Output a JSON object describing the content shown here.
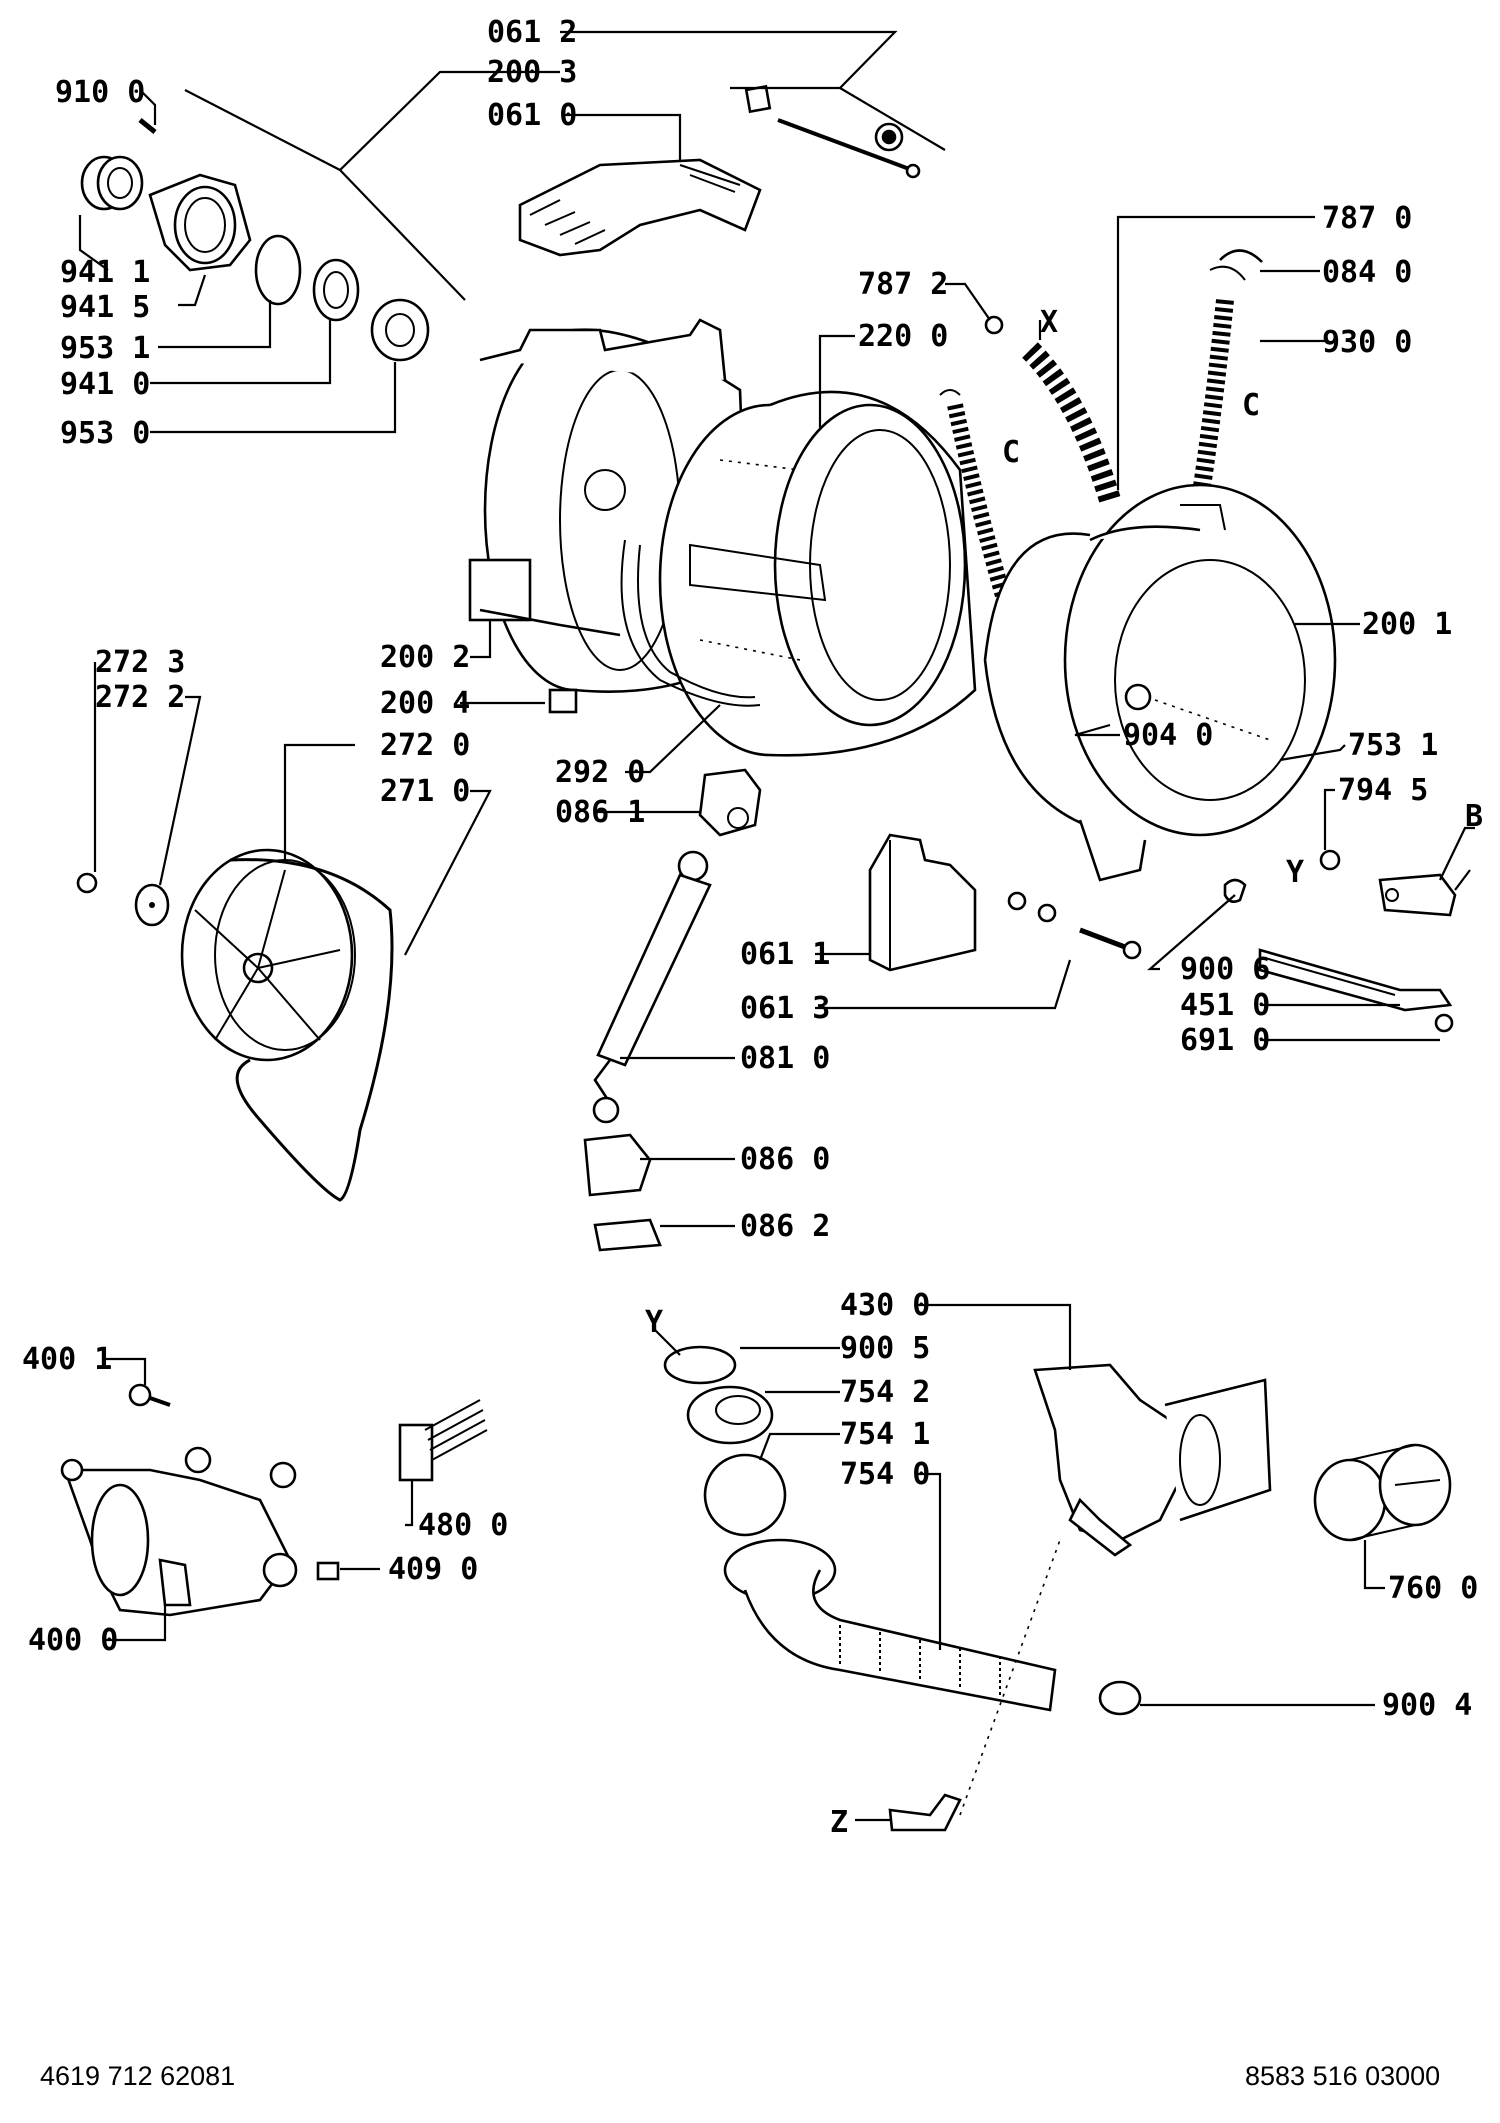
{
  "labels": {
    "p0612": "061 2",
    "p2003": "200 3",
    "p0610": "061 0",
    "p9100": "910 0",
    "p9411": "941 1",
    "p9415": "941 5",
    "p9531": "953 1",
    "p9410": "941 0",
    "p9530": "953 0",
    "p7870": "787 0",
    "p0840": "084 0",
    "p7872": "787 2",
    "p2200": "220 0",
    "p9300": "930 0",
    "p2001": "200 1",
    "p2002": "200 2",
    "p2004": "200 4",
    "p2723": "272 3",
    "p2722": "272 2",
    "p2720": "272 0",
    "p2710": "271 0",
    "p2920": "292 0",
    "p0861": "086 1",
    "p9040": "904 0",
    "p7531": "753 1",
    "p7945": "794 5",
    "p0611": "061 1",
    "p0613": "061 3",
    "p9006": "900 6",
    "p4510": "451 0",
    "p6910": "691 0",
    "p0810": "081 0",
    "p0860": "086 0",
    "p0862": "086 2",
    "p4300": "430 0",
    "p9005": "900 5",
    "p7542": "754 2",
    "p7541": "754 1",
    "p7540": "754 0",
    "p4001": "400 1",
    "p4800": "480 0",
    "p4090": "409 0",
    "p4000": "400 0",
    "p7600": "760 0",
    "p9004": "900 4"
  },
  "markers": {
    "x": "X",
    "c1": "C",
    "c2": "C",
    "b": "B",
    "y1": "Y",
    "y2": "Y",
    "z": "Z"
  },
  "footer": {
    "left_code": "4619 712 62081",
    "right_code": "8583 516 03000"
  }
}
